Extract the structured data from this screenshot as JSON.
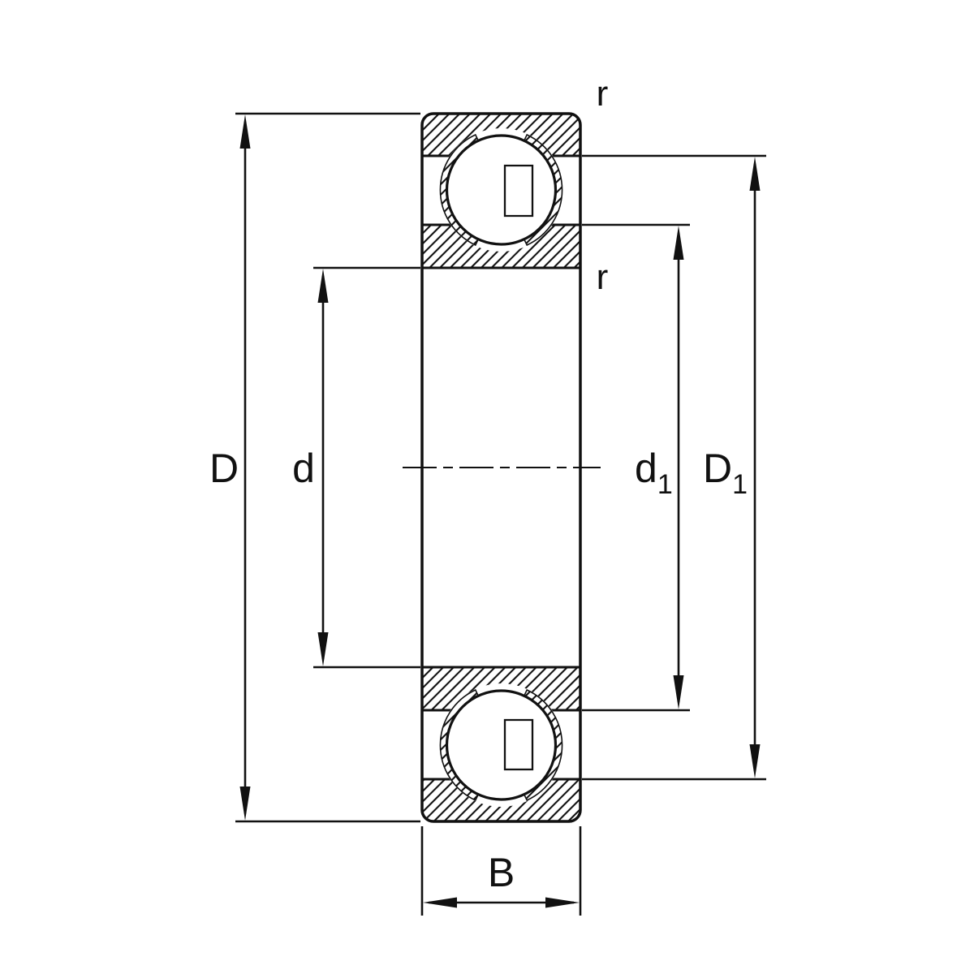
{
  "colors": {
    "line": "#111111",
    "background": "#ffffff"
  },
  "labels": {
    "D": "D",
    "d": "d",
    "d1": {
      "base": "d",
      "sub": "1"
    },
    "D1": {
      "base": "D",
      "sub": "1"
    },
    "B": "B",
    "r_top": "r",
    "r_inner": "r"
  }
}
